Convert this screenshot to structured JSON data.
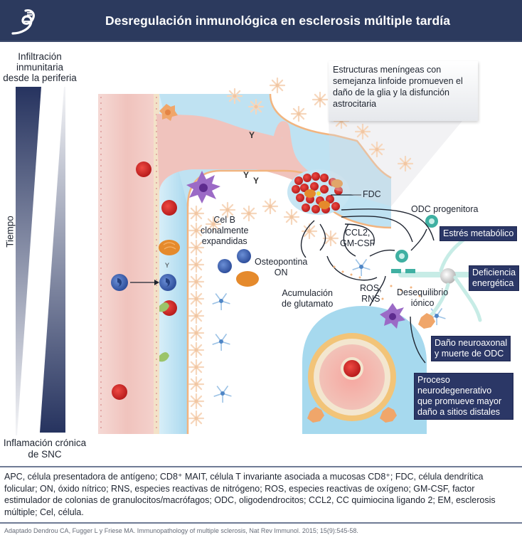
{
  "header": {
    "title": "Desregulación inmunológica en esclerosis múltiple tardía",
    "logo_icon": "dna-helix-logo-icon",
    "background_color": "#2c3a5e"
  },
  "timeline": {
    "top_label": "Infiltración inmunitaria desde la periferia",
    "top_label_lines": [
      "Infiltración",
      "inmunitaria",
      "desde la periferia"
    ],
    "axis_label": "Tiempo",
    "bottom_label_lines": [
      "Inflamación crónica",
      "de SNC"
    ],
    "wedge_color": "#26335f"
  },
  "callout": {
    "text": "Estructuras meníngeas con semejanza linfoide promueven el daño de la glia y la disfunción astrocitaria"
  },
  "labels": {
    "fdc": "FDC",
    "cel_b": [
      "Cel B",
      "clonalmente",
      "expandidas"
    ],
    "ccl2": [
      "CCL2,",
      "GM-CSF"
    ],
    "osteopontina": [
      "Osteopontina",
      "ON"
    ],
    "glutamato": [
      "Acumulación",
      "de glutamato"
    ],
    "ros": [
      "ROS,",
      "RNS"
    ],
    "desequilibrio": [
      "Desequilibrio",
      "iónico"
    ],
    "odc_progenitora": "ODC progenitora"
  },
  "boxes": {
    "estres": "Estrés metabólico",
    "deficiencia": [
      "Deficiencia",
      "energética"
    ],
    "dano": [
      "Daño neuroaxonal",
      "y muerte de ODC"
    ],
    "proceso": [
      "Proceso",
      "neurodegenerativo",
      "que promueve mayor",
      "daño a sitios distales"
    ],
    "box_color": "#2b3766"
  },
  "colors": {
    "vessel": "#f2c9c4",
    "csf": "#b9dff0",
    "membrane": "#f3d6b0",
    "red_cell": "#d42a2a",
    "b_cell": "#3d63b3",
    "plasma_cell": "#e58a2c",
    "astrocyte": "#f6d7bd",
    "oligodendrocyte": "#3fb0a2",
    "microglia": "#9dc3e6",
    "macrophage": "#8c5bb5"
  },
  "footnote": "APC, célula presentadora de antígeno; CD8⁺ MAIT, célula T invariante asociada a mucosas CD8⁺; FDC, célula dendrítica folicular; ON, óxido nítrico; RNS, especies reactivas de nitrógeno; ROS, especies reactivas de oxígeno; GM-CSF, factor estimulador de colonias de granulocitos/macrófagos; ODC, oligodendrocitos; CCL2, CC quimiocina ligando 2; EM, esclerosis múltiple; Cel, célula.",
  "source": "Adaptado Dendrou CA, Fugger L y Friese MA. Immunopathology of multiple sclerosis, Nat Rev Immunol. 2015; 15(9):545-58."
}
